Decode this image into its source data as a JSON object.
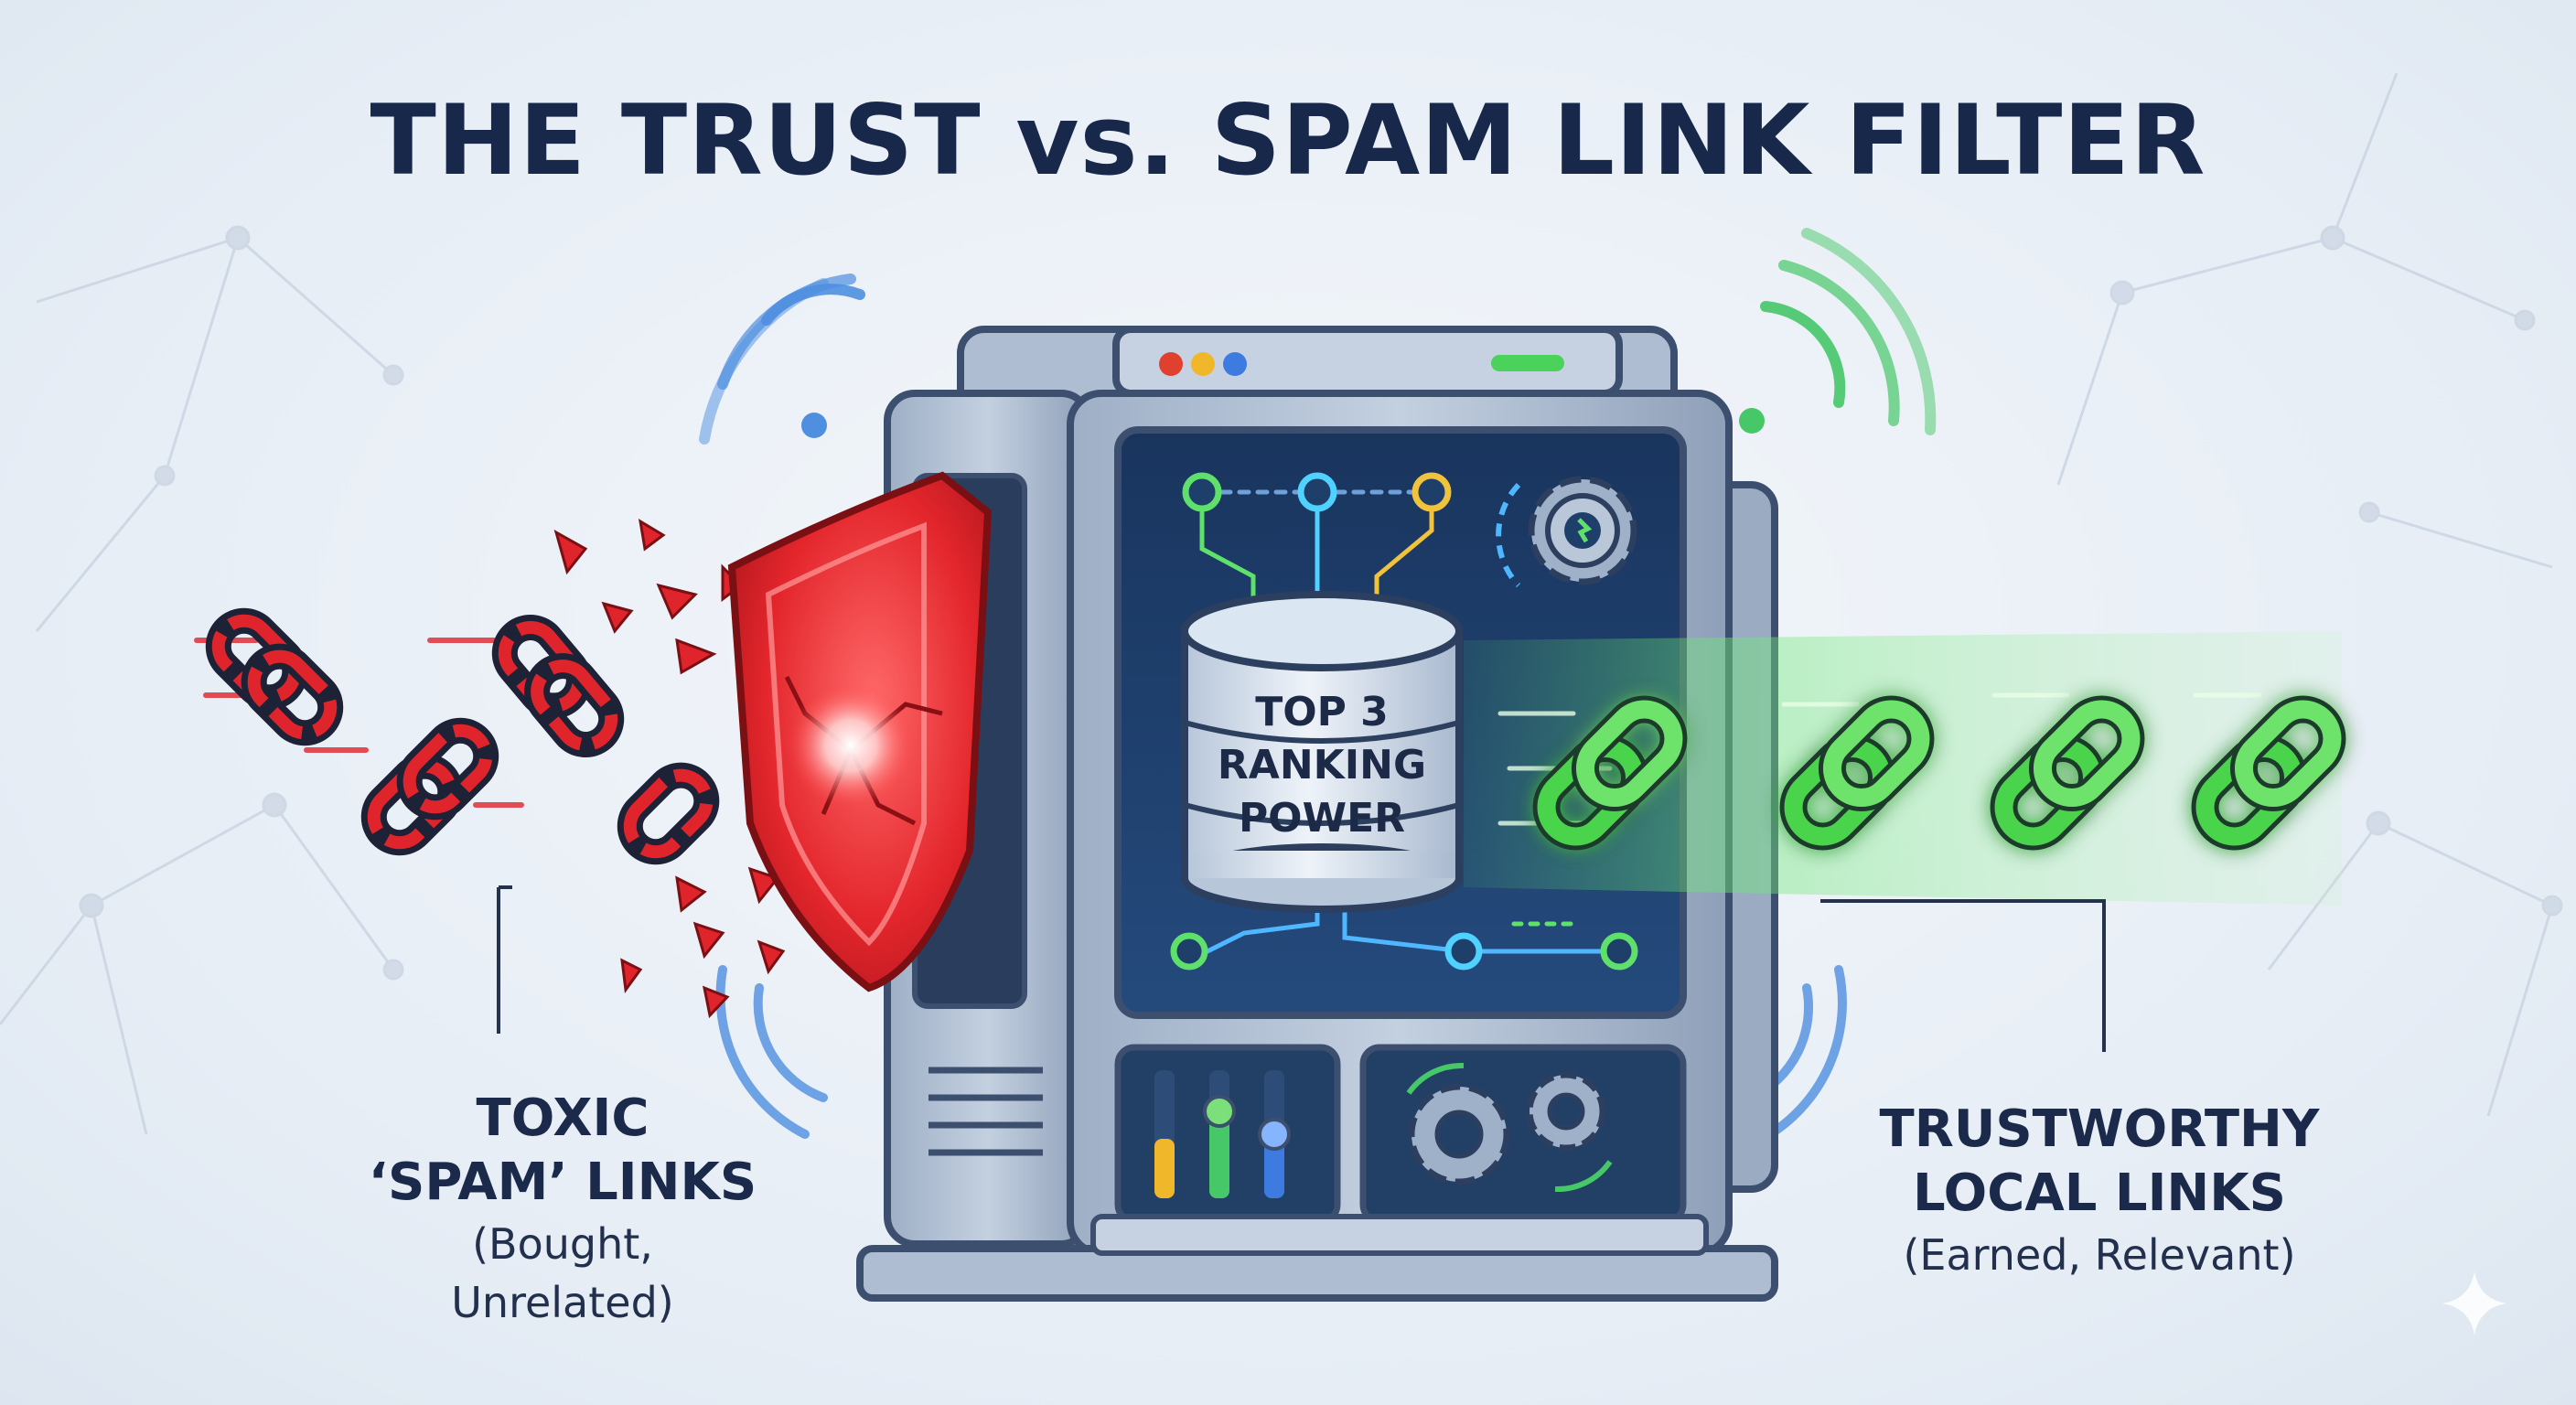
{
  "title": "THE TRUST vs. SPAM LINK FILTER",
  "center": {
    "line1": "TOP 3",
    "line2": "RANKING",
    "line3": "POWER"
  },
  "left": {
    "line1": "TOXIC",
    "line2": "‘SPAM’ LINKS",
    "line3": "(Bought, Unrelated)"
  },
  "right": {
    "line1": "TRUSTWORTHY",
    "line2": "LOCAL LINKS",
    "line3": "(Earned, Relevant)"
  },
  "colors": {
    "spam": "#e0242c",
    "trust": "#3fcf3a",
    "server": "#8c9db5",
    "screen": "#1f3f6b",
    "title": "#17284a"
  },
  "icons": [
    "shield-icon",
    "broken-chain-icon",
    "chain-link-icon",
    "gear-icon",
    "database-icon",
    "signal-waves-icon",
    "sparkle-icon"
  ]
}
